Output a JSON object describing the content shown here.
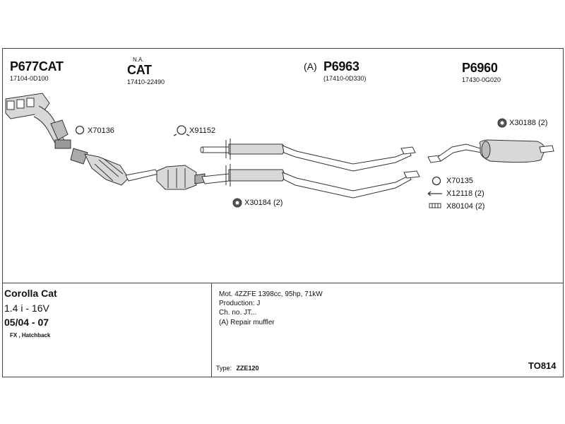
{
  "parts": {
    "p1": {
      "code": "P677CAT",
      "number": "17104-0D100"
    },
    "p2": {
      "prefix": "N.A.",
      "code": "CAT",
      "number": "17410-22490"
    },
    "p3": {
      "prefix": "(A)",
      "code": "P6963",
      "number": "(17410-0D330)"
    },
    "p4": {
      "code": "P6960",
      "number": "17430-0G020"
    }
  },
  "accessories": [
    {
      "code": "X70136"
    },
    {
      "code": "X91152"
    },
    {
      "code": "X30184 (2)"
    },
    {
      "code": "X30188 (2)"
    },
    {
      "code": "X70135"
    },
    {
      "code": "X12118 (2)"
    },
    {
      "code": "X80104 (2)"
    }
  ],
  "model": {
    "name": "Corolla Cat",
    "engine": "1.4 i - 16V",
    "years": "05/04 - 07",
    "body": "FX , Hatchback"
  },
  "info": {
    "line1": "Mot. 4ZZFE 1398cc, 95hp, 71kW",
    "line2": "Production: J",
    "line3": "Ch. no. JT...",
    "line4": "(A) Repair muffler"
  },
  "type": {
    "label": "Type:",
    "value": "ZZE120"
  },
  "diagram_code": "TO814",
  "colors": {
    "line": "#333333",
    "fill": "#d8d8d8",
    "dark": "#555555"
  }
}
